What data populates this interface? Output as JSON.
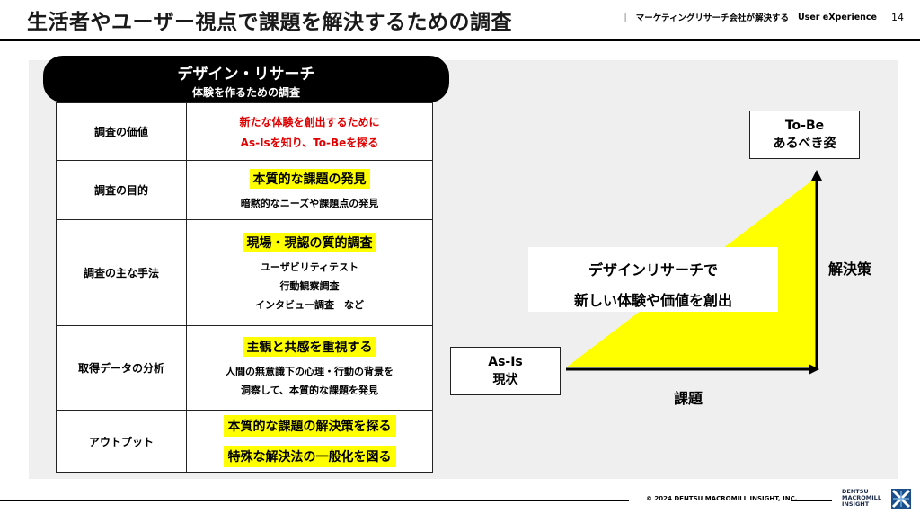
{
  "header": {
    "title": "生活者やユーザー視点で課題を解決するための調査",
    "separator": "|",
    "subtitle": "マーケティングリサーチ会社が解決する",
    "brand": "User eXperience",
    "page_number": "14"
  },
  "pill": {
    "line1": "デザイン・リサーチ",
    "line2": "体験を作るための調査"
  },
  "table": {
    "rows": [
      {
        "label": "調査の価値",
        "lines": [
          "新たな体験を創出するために",
          "As-Isを知り、To-Beを探る"
        ]
      },
      {
        "label": "調査の目的",
        "highlight": "本質的な課題の発見",
        "lines": [
          "暗黙的なニーズや課題点の発見"
        ]
      },
      {
        "label": "調査の主な手法",
        "highlight": "現場・現認の質的調査",
        "lines": [
          "ユーザビリティテスト",
          "行動観察調査",
          "インタビュー調査　など"
        ]
      },
      {
        "label": "取得データの分析",
        "highlight": "主観と共感を重視する",
        "lines": [
          "人間の無意識下の心理・行動の背景を",
          "洞察して、本質的な課題を発見"
        ]
      },
      {
        "label": "アウトプット",
        "highlights": [
          "本質的な課題の解決策を探る",
          "特殊な解決法の一般化を図る"
        ]
      }
    ]
  },
  "diagram": {
    "tobe_line1": "To-Be",
    "tobe_line2": "あるべき姿",
    "asis_line1": "As-Is",
    "asis_line2": "現状",
    "center_line1": "デザインリサーチで",
    "center_line2": "新しい体験や価値を創出",
    "y_axis_label": "解決策",
    "x_axis_label": "課題",
    "triangle_color": "#ffff00"
  },
  "footer": {
    "copyright": "© 2024 DENTSU MACROMILL INSIGHT,  INC.",
    "logo_line1": "DENTSU",
    "logo_line2": "MACROMILL",
    "logo_line3": "INSIGHT"
  }
}
